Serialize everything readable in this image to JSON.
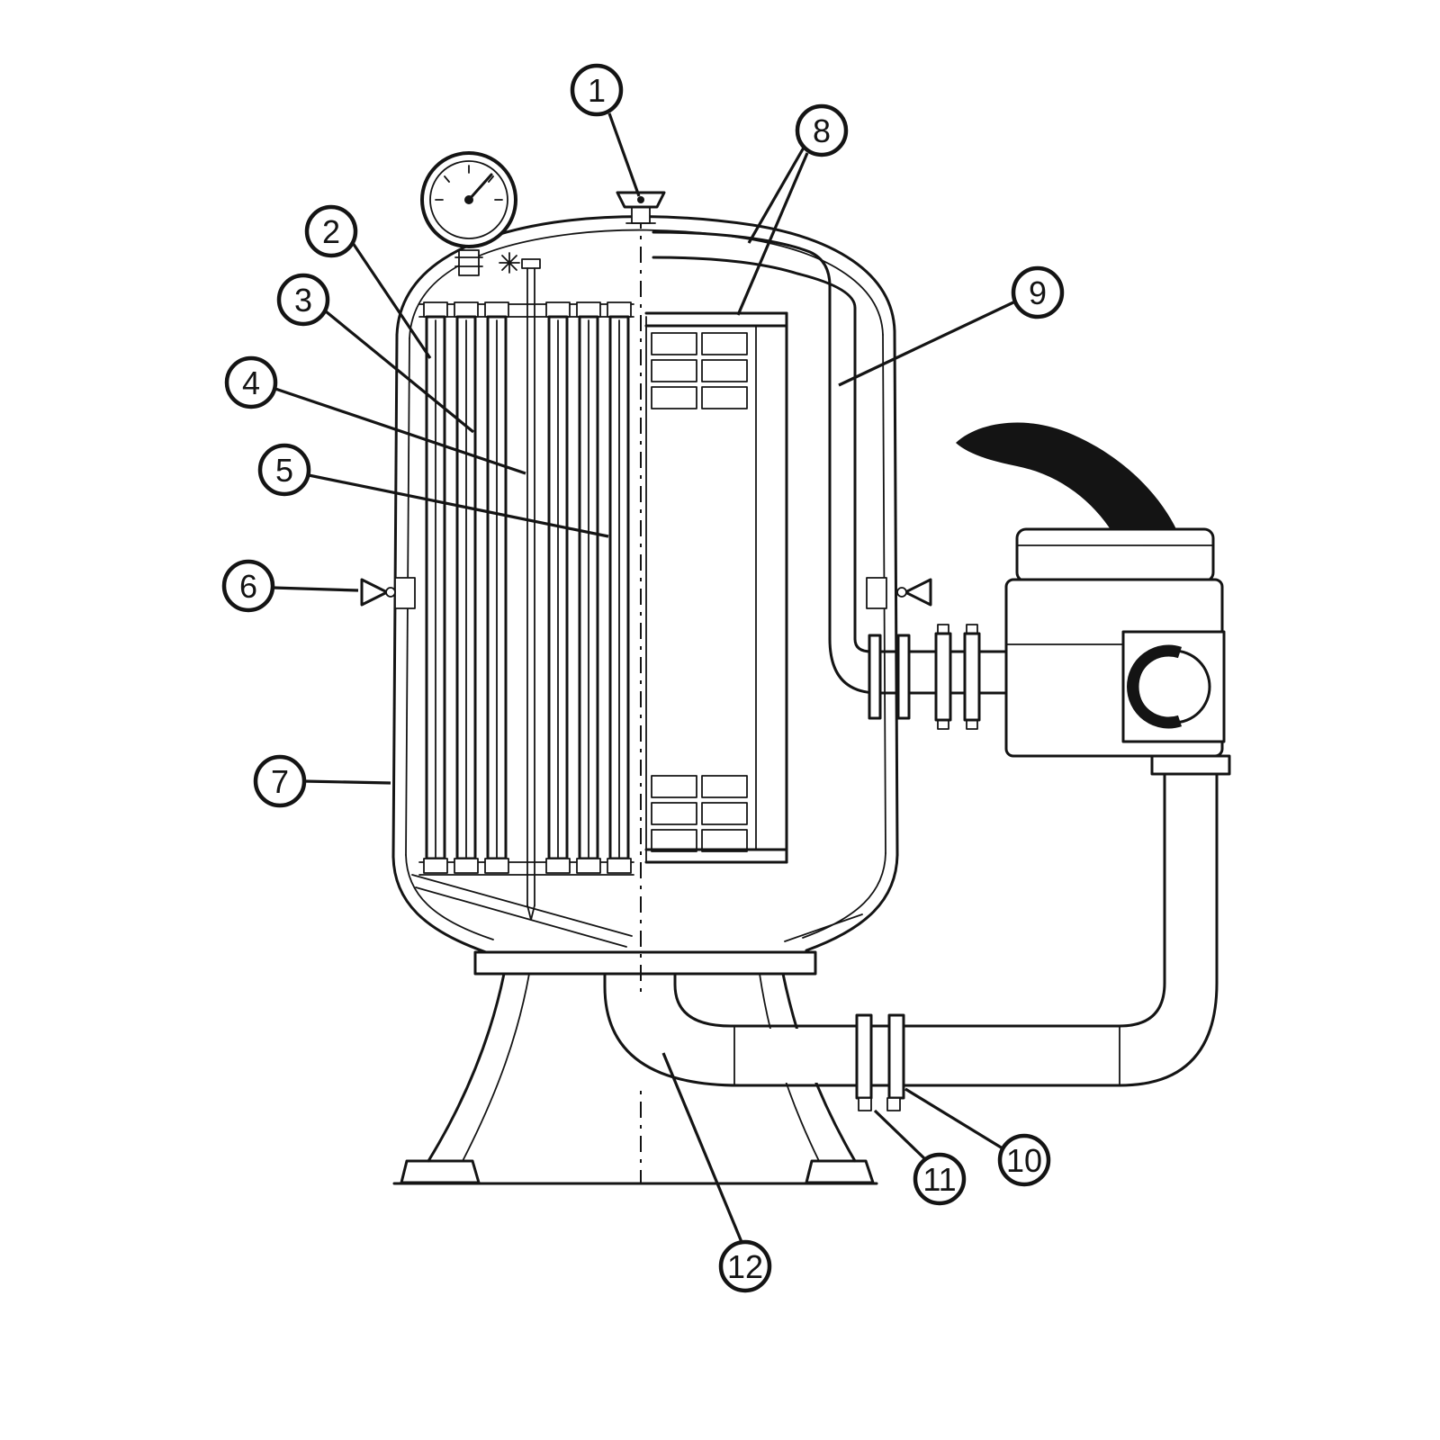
{
  "figure": {
    "background": "#ffffff",
    "ink": "#141414",
    "callout_shape": "circle"
  },
  "callouts": [
    {
      "label": "1"
    },
    {
      "label": "2"
    },
    {
      "label": "3"
    },
    {
      "label": "4"
    },
    {
      "label": "5"
    },
    {
      "label": "6"
    },
    {
      "label": "7"
    },
    {
      "label": "8"
    },
    {
      "label": "9"
    },
    {
      "label": "10"
    },
    {
      "label": "11"
    },
    {
      "label": "12"
    }
  ]
}
